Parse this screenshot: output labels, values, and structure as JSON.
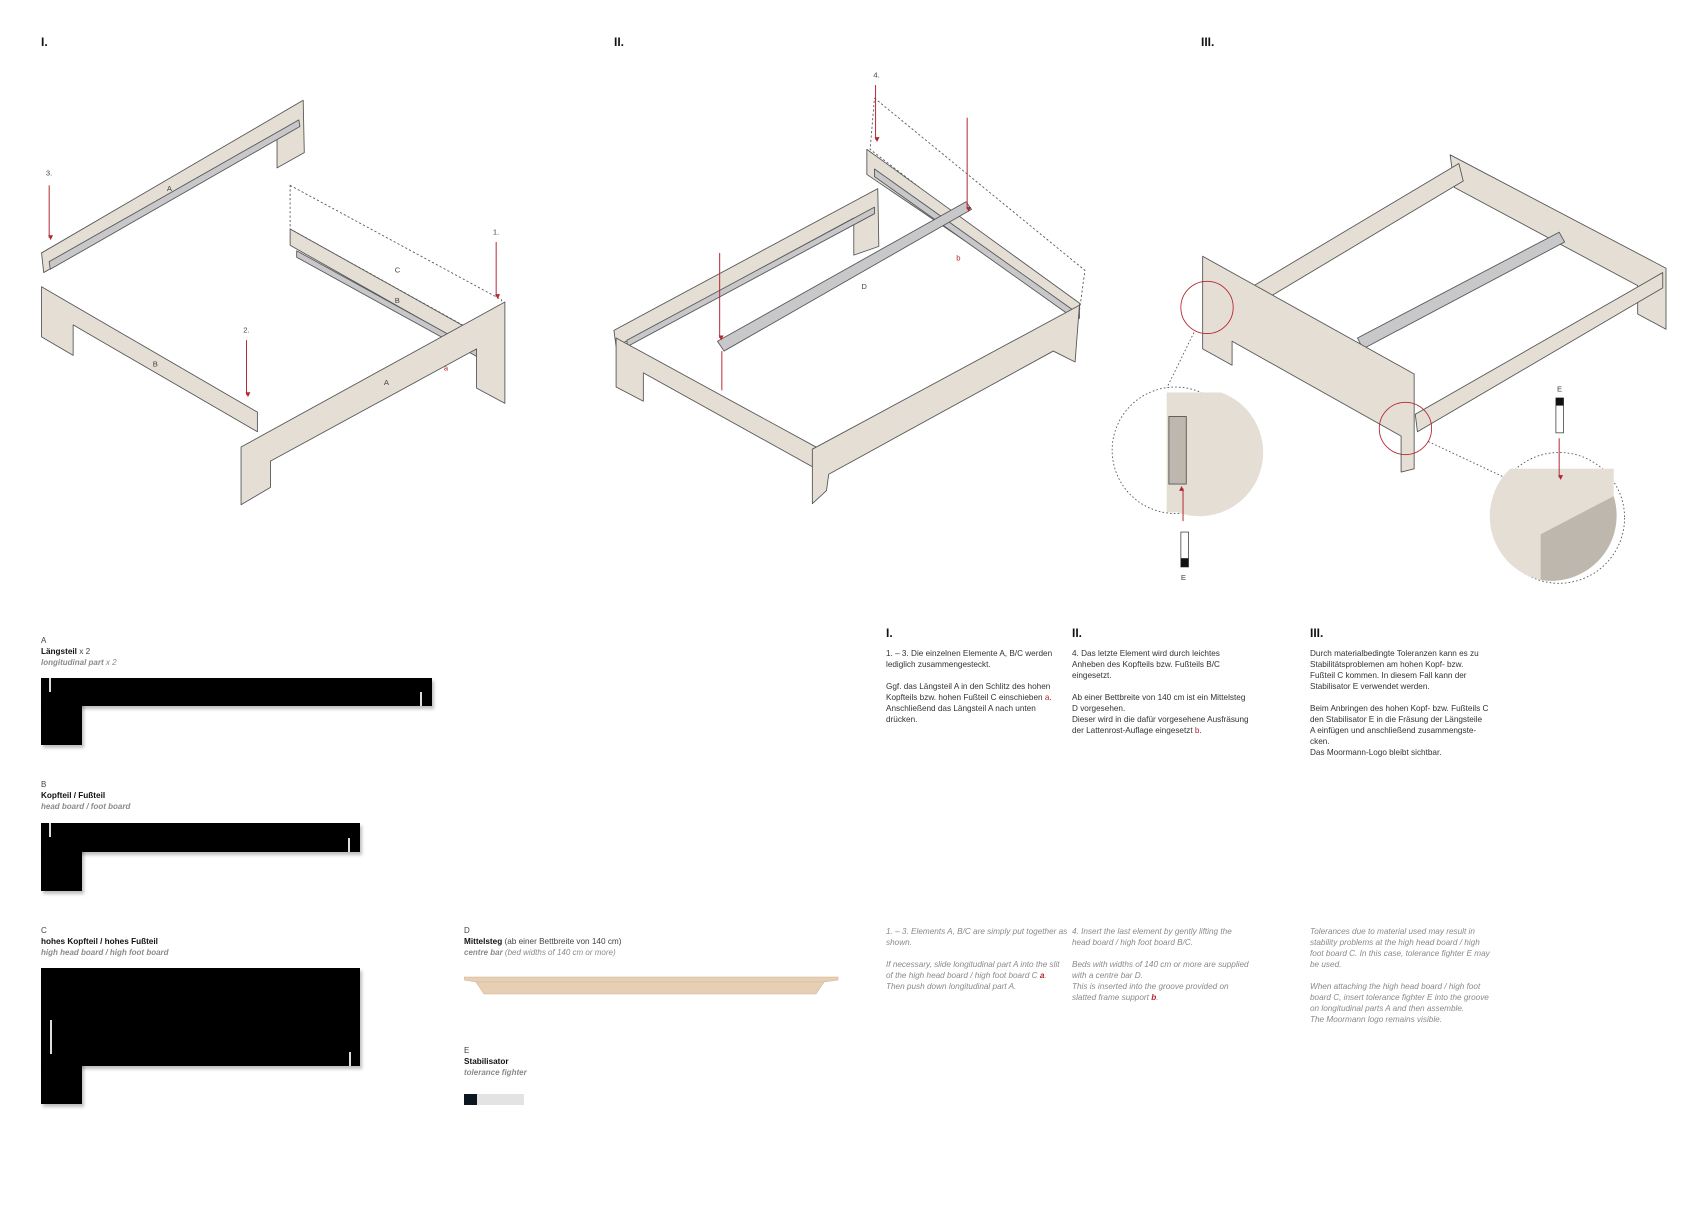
{
  "steps": [
    {
      "numeral": "I.",
      "callouts": [
        "1.",
        "2.",
        "3."
      ],
      "labels": [
        "A",
        "B",
        "C",
        "B",
        "A"
      ],
      "marker": "a"
    },
    {
      "numeral": "II.",
      "callouts": [
        "4."
      ],
      "labels": [
        "D"
      ],
      "marker": "b"
    },
    {
      "numeral": "III.",
      "labels": [
        "E",
        "E"
      ]
    }
  ],
  "instructions": [
    {
      "heading": "I.",
      "de": [
        [
          [
            "1. – 3. Die einzelnen Elemente A, B/C  werden"
          ]
        ],
        [
          [
            "lediglich zusammengesteckt."
          ]
        ],
        [],
        [
          [
            "Ggf. das Längsteil A in den Schlitz des hohen"
          ]
        ],
        [
          [
            "Kopfteils bzw. hohen Fußteil C einschieben "
          ],
          [
            "a",
            "red"
          ],
          [
            "."
          ]
        ],
        [
          [
            "Anschließend das Längsteil A nach unten"
          ]
        ],
        [
          [
            "drücken."
          ]
        ]
      ],
      "en": [
        [
          [
            "1. – 3. Elements A, B/C are simply put together as"
          ]
        ],
        [
          [
            "shown."
          ]
        ],
        [],
        [
          [
            "If necessary, slide longitudinal part A into the slit"
          ]
        ],
        [
          [
            "of the high head board / high foot board C "
          ],
          [
            "a",
            "red"
          ],
          [
            "."
          ]
        ],
        [
          [
            "Then push down longitudinal part A."
          ]
        ]
      ]
    },
    {
      "heading": "II.",
      "de": [
        [
          [
            "4. Das letzte Element wird durch leichtes"
          ]
        ],
        [
          [
            "Anheben des Kopfteils bzw. Fußteils B/C"
          ]
        ],
        [
          [
            "eingesetzt."
          ]
        ],
        [],
        [
          [
            "Ab einer Bettbreite von 140 cm ist ein Mittelsteg"
          ]
        ],
        [
          [
            "D vorgesehen."
          ]
        ],
        [
          [
            "Dieser wird in die dafür vorgesehene Ausfräsung"
          ]
        ],
        [
          [
            "der Lattenrost-Auflage eingesetzt "
          ],
          [
            "b",
            "red"
          ],
          [
            "."
          ]
        ]
      ],
      "en": [
        [
          [
            "4. Insert the last element by gently lifting the"
          ]
        ],
        [
          [
            "head board / high foot board B/C."
          ]
        ],
        [],
        [
          [
            "Beds with widths of 140 cm or more are supplied"
          ]
        ],
        [
          [
            "with a centre bar D."
          ]
        ],
        [
          [
            "This is inserted into the groove provided on"
          ]
        ],
        [
          [
            "slatted frame support "
          ],
          [
            "b",
            "red"
          ],
          [
            "."
          ]
        ]
      ]
    },
    {
      "heading": "III.",
      "de": [
        [
          [
            "Durch materialbedingte Toleranzen kann es zu"
          ]
        ],
        [
          [
            "Stabilitätsproblemen am hohen Kopf- bzw."
          ]
        ],
        [
          [
            "Fußteil C kommen. In diesem Fall kann der"
          ]
        ],
        [
          [
            "Stabilisator E verwendet werden."
          ]
        ],
        [],
        [
          [
            "Beim Anbringen des hohen Kopf- bzw. Fußteils C"
          ]
        ],
        [
          [
            "den Stabilisator E in die Fräsung der Längsteile"
          ]
        ],
        [
          [
            "A einfügen und anschließend zusammengste-"
          ]
        ],
        [
          [
            "cken."
          ]
        ],
        [
          [
            "Das Moormann-Logo bleibt sichtbar."
          ]
        ]
      ],
      "en": [
        [
          [
            "Tolerances due to material used may result in"
          ]
        ],
        [
          [
            "stability problems at the high head board / high"
          ]
        ],
        [
          [
            "foot board C. In this case, tolerance fighter E may"
          ]
        ],
        [
          [
            "be used."
          ]
        ],
        [],
        [
          [
            "When attaching the high head board / high foot"
          ]
        ],
        [
          [
            "board C, insert tolerance fighter E into the groove"
          ]
        ],
        [
          [
            "on longitudinal parts A and then assemble."
          ]
        ],
        [
          [
            "The Moormann logo remains visible."
          ]
        ]
      ]
    }
  ],
  "parts": {
    "A": {
      "letter": "A",
      "name_de": "Längsteil",
      "qty_de": " x 2",
      "name_en": "longitudinal part",
      "qty_en": " x 2"
    },
    "B": {
      "letter": "B",
      "name_de": "Kopfteil  / Fußteil",
      "name_en": "head board / foot board"
    },
    "C": {
      "letter": "C",
      "name_de": "hohes Kopfteil / hohes Fußteil",
      "name_en": "high head board / high foot board"
    },
    "D": {
      "letter": "D",
      "name_de": "Mittelsteg",
      "note_de": " (ab einer Bettbreite von 140 cm)",
      "name_en": "centre bar",
      "note_en": " (bed widths of 140 cm or more)"
    },
    "E": {
      "letter": "E",
      "name_de": "Stabilisator",
      "name_en": "tolerance fighter"
    }
  },
  "colors": {
    "board": "#e4ded4",
    "rail": "#c8c8cb",
    "accent": "#b5262f",
    "outline": "#555555"
  }
}
